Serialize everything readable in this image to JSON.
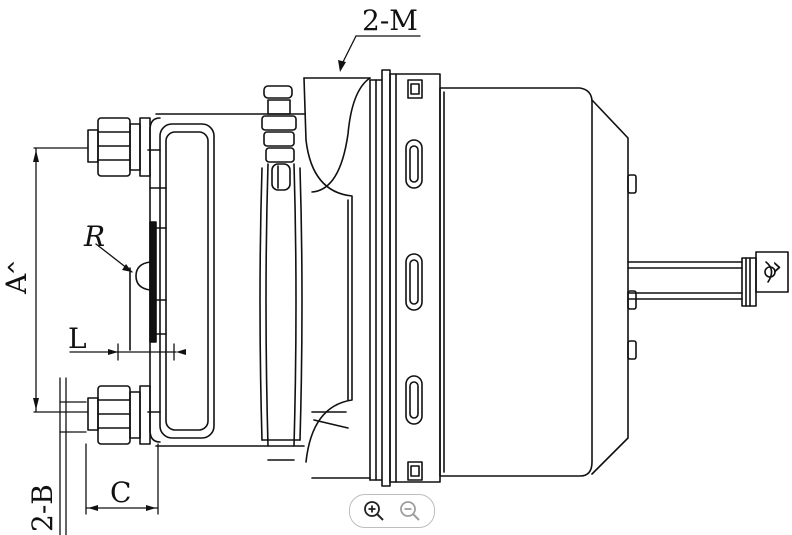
{
  "diagram": {
    "labels": {
      "m": "2-M",
      "a": "A",
      "r": "R",
      "l": "L",
      "b": "2-B",
      "c": "C"
    }
  },
  "viewer": {
    "prev_icon": "chevron-left-icon",
    "next_icon": "chevron-right-icon",
    "zoom_in_icon": "zoom-in-icon",
    "zoom_out_icon": "zoom-out-icon",
    "line_color": "#111111",
    "zoom_border": "#bdbdbd",
    "disabled_color": "#9e9e9e"
  }
}
